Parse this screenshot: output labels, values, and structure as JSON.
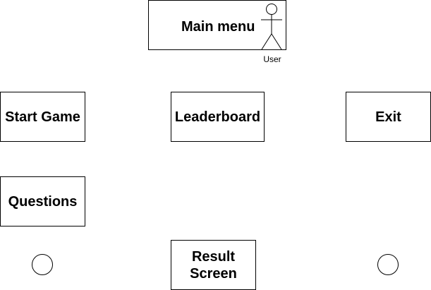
{
  "diagram": {
    "main_menu": {
      "label": "Main menu"
    },
    "actor": {
      "label": "User",
      "icon": "stick-figure-icon"
    },
    "nodes": [
      {
        "id": "start_game",
        "label": "Start Game"
      },
      {
        "id": "leaderboard",
        "label": "Leaderboard"
      },
      {
        "id": "exit",
        "label": "Exit"
      },
      {
        "id": "questions",
        "label": "Questions"
      },
      {
        "id": "result_screen",
        "label": "Result\nScreen"
      }
    ],
    "colors": {
      "stroke": "#000000",
      "fill": "#ffffff",
      "text": "#000000"
    }
  }
}
